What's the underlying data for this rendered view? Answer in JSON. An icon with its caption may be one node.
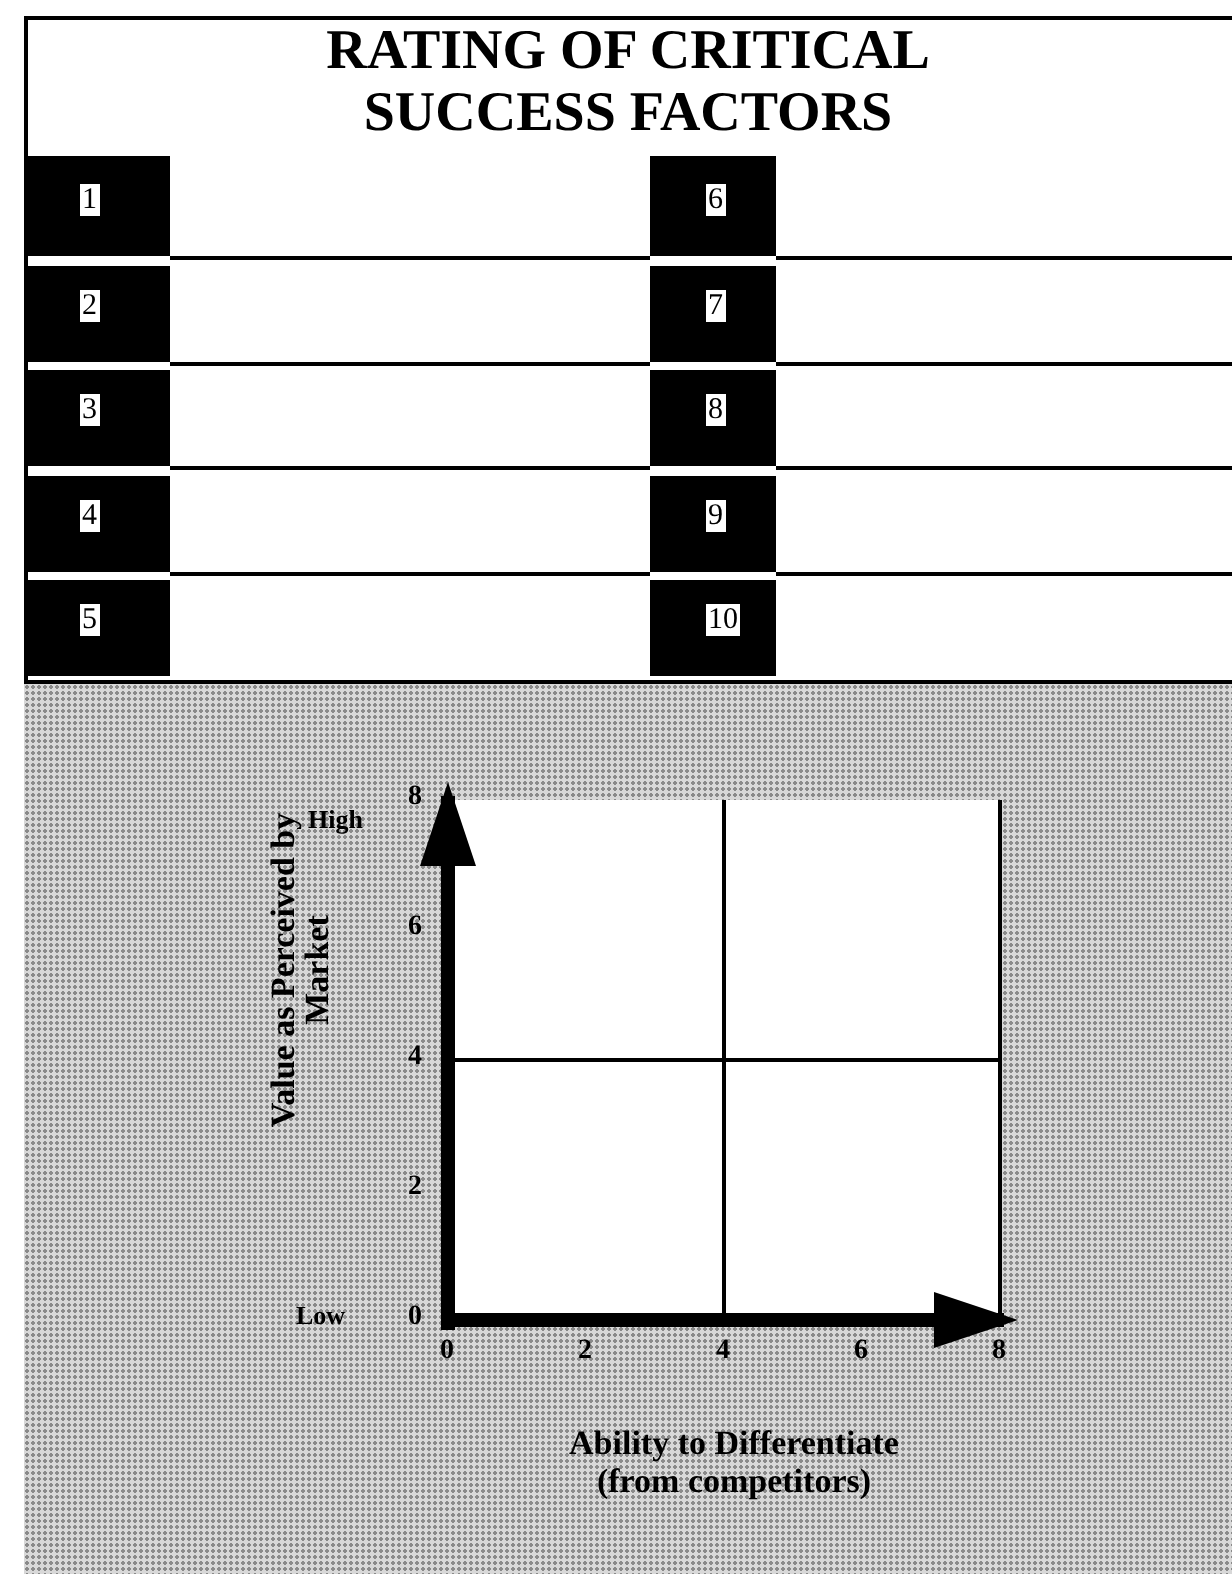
{
  "diagram": {
    "title": "RATING OF CRITICAL SUCCESS FACTORS",
    "labels": [
      "1",
      "6",
      "2",
      "7",
      "3",
      "8",
      "4",
      "9",
      "5",
      "10",
      "Value as Perceived by Market",
      "High",
      "8",
      "6",
      "4",
      "2",
      "Low",
      "0",
      "0",
      "2",
      "4",
      "6",
      "8",
      "Ability to Differentiate (from competitors)"
    ]
  }
}
